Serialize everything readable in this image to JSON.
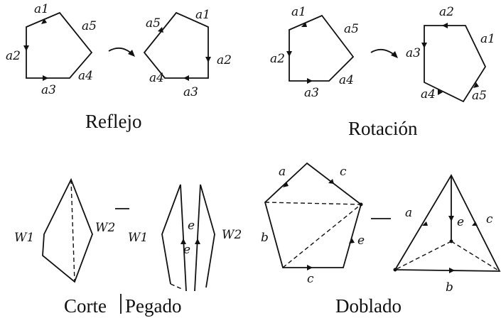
{
  "panels": {
    "reflejo": {
      "caption": "Reflejo",
      "left_labels": [
        "a1",
        "a5",
        "a2",
        "a4",
        "a3"
      ],
      "right_labels": [
        "a5",
        "a1",
        "a2",
        "a4",
        "a3"
      ]
    },
    "rotacion": {
      "caption": "Rotación",
      "left_labels": [
        "a1",
        "a5",
        "a2",
        "a4",
        "a3"
      ],
      "right_labels": [
        "a2",
        "a1",
        "a3",
        "a4",
        "a5"
      ]
    },
    "corte_pegado": {
      "caption_left": "Corte",
      "caption_right": "Pegado",
      "labels": [
        "W1",
        "W2",
        "W1",
        "e",
        "e",
        "W2"
      ]
    },
    "doblado": {
      "caption": "Doblado",
      "left_labels": [
        "a",
        "c",
        "b",
        "e",
        "c"
      ],
      "right_labels": [
        "a",
        "e",
        "c",
        "b"
      ]
    }
  }
}
